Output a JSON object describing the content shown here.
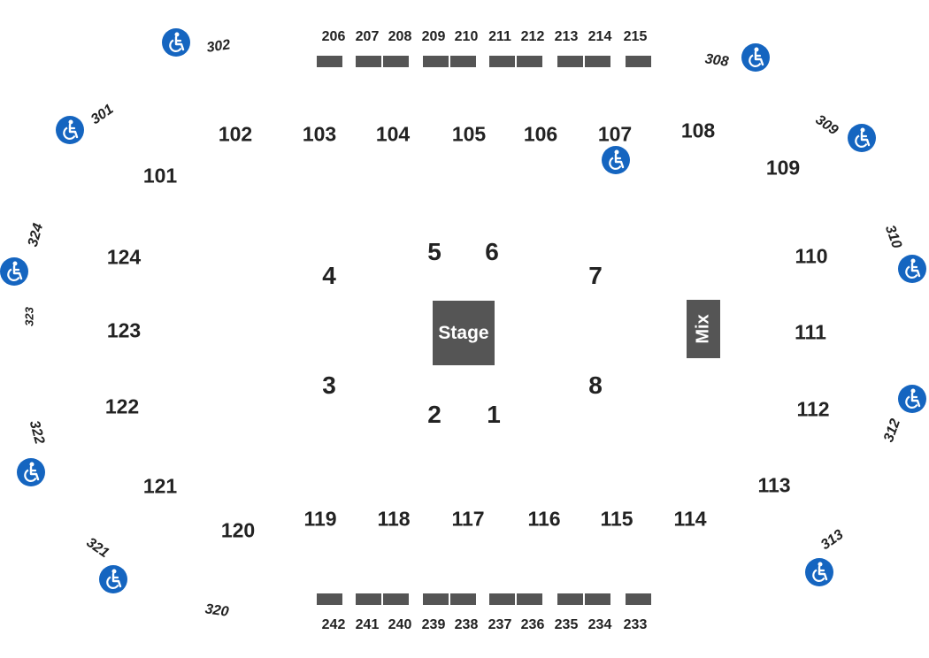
{
  "stage": {
    "label": "Stage"
  },
  "mix": {
    "label": "Mix"
  },
  "floor_sections": [
    "1",
    "2",
    "3",
    "4",
    "5",
    "6",
    "7",
    "8"
  ],
  "lower_sections": [
    "101",
    "102",
    "103",
    "104",
    "105",
    "106",
    "107",
    "108",
    "109",
    "110",
    "111",
    "112",
    "113",
    "114",
    "115",
    "116",
    "117",
    "118",
    "119",
    "120",
    "121",
    "122",
    "123",
    "124"
  ],
  "suite_boxes_top": [
    "206",
    "207",
    "208",
    "209",
    "210",
    "211",
    "212",
    "213",
    "214",
    "215"
  ],
  "suite_boxes_bottom": [
    "242",
    "241",
    "240",
    "239",
    "238",
    "237",
    "236",
    "235",
    "234",
    "233"
  ],
  "upper_sections": [
    "301",
    "302",
    "308",
    "309",
    "310",
    "312",
    "313",
    "320",
    "321",
    "322",
    "323",
    "324"
  ],
  "accessible_icon": "wheelchair-icon",
  "colors": {
    "block": "#555555",
    "accessible": "#1565c0",
    "text": "#222222"
  }
}
